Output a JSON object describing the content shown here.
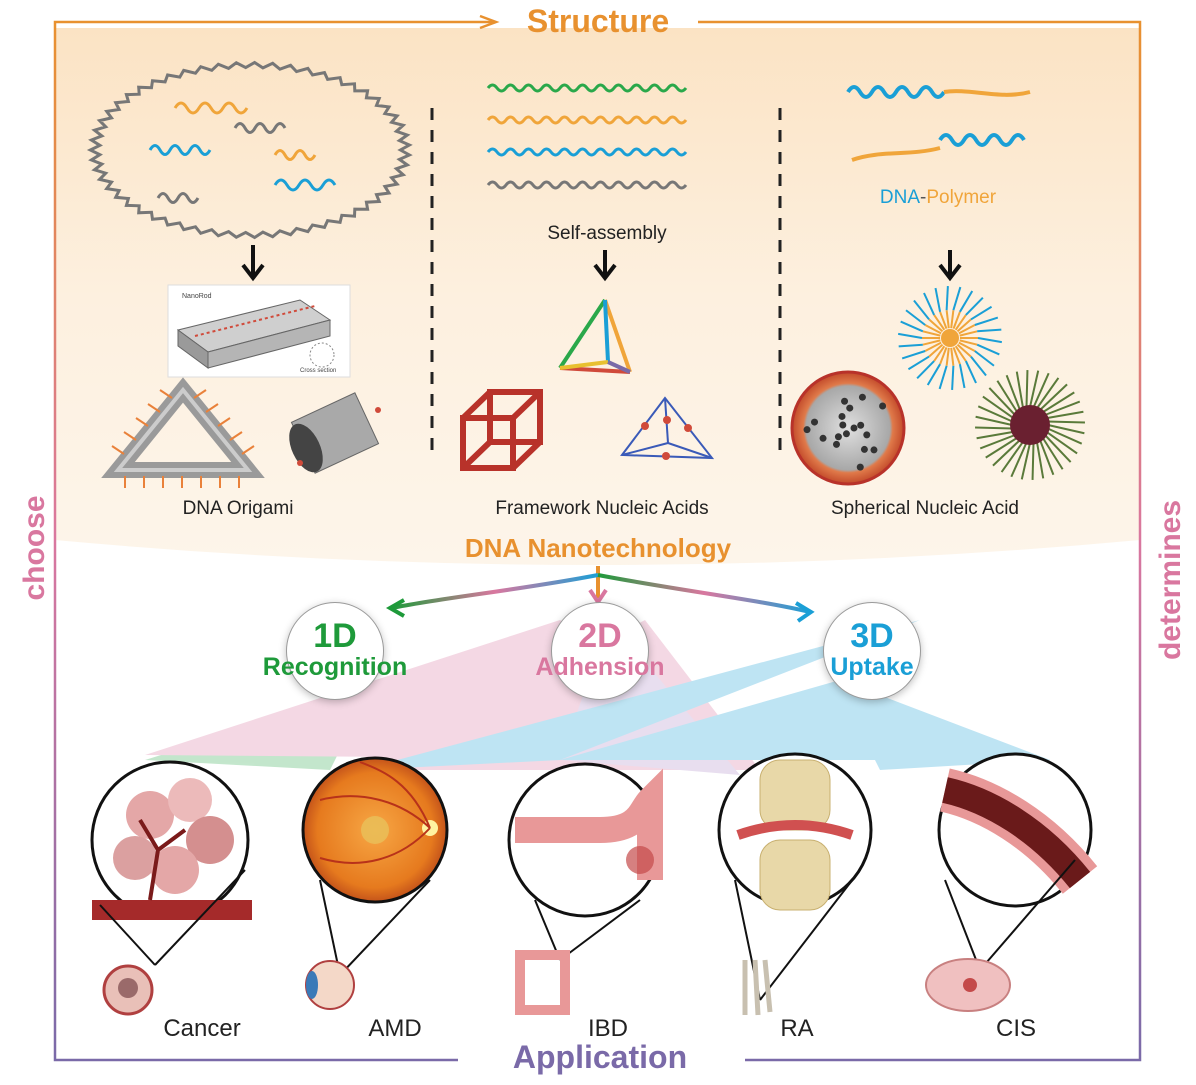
{
  "frame": {
    "top_label": "Structure",
    "bottom_label": "Application",
    "left_label": "choose",
    "right_label": "determines"
  },
  "structure": {
    "columns": [
      {
        "name": "DNA Origami",
        "note": ""
      },
      {
        "name": "Framework Nucleic Acids",
        "note": "Self-assembly"
      },
      {
        "name": "Spherical Nucleic Acid",
        "note": ""
      }
    ],
    "dna_polymer": {
      "dna": "DNA",
      "dash": "-",
      "polymer": "Polymer"
    },
    "inset_label": "NanoRod",
    "inset_sublabel": "Cross section"
  },
  "center_title": "DNA Nanotechnology",
  "dimensions": [
    {
      "dim": "1D",
      "property": "Recognition",
      "color": "#1e9a3a"
    },
    {
      "dim": "2D",
      "property": "Adhension",
      "color": "#d9779f"
    },
    {
      "dim": "3D",
      "property": "Uptake",
      "color": "#1a9fd6"
    }
  ],
  "applications": [
    "Cancer",
    "AMD",
    "IBD",
    "RA",
    "CIS"
  ],
  "colors": {
    "frame_top": "#e8912f",
    "frame_bottom": "#7a6aa8",
    "choose": "#d9779f",
    "green": "#1e9a3a",
    "pink": "#d9779f",
    "blue": "#1a9fd6",
    "orange": "#f0a53a",
    "gray": "#777777"
  }
}
